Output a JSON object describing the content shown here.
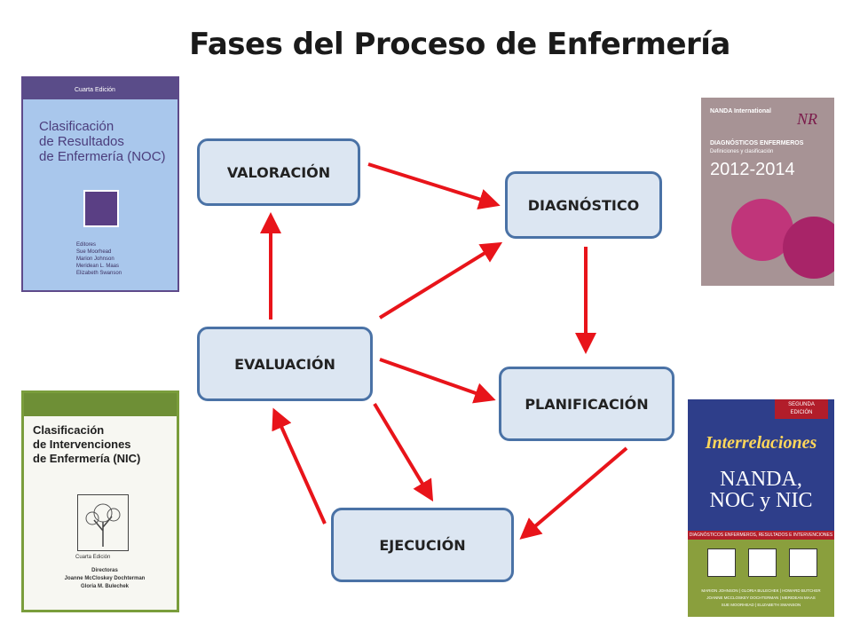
{
  "title": "Fases del Proceso de Enfermería",
  "phases": {
    "valoracion": "VALORACIÓN",
    "diagnostico": "DIAGNÓSTICO",
    "planificacion": "PLANIFICACIÓN",
    "ejecucion": "EJECUCIÓN",
    "evaluacion": "EVALUACIÓN"
  },
  "arrow_color": "#e8141a",
  "books": {
    "noc": {
      "edition": "Cuarta Edición",
      "title_l1": "Clasificación",
      "title_l2": "de Resultados",
      "title_l3": "de Enfermería (NOC)",
      "editors": [
        "Editores",
        "Sue Moorhead",
        "Marion Johnson",
        "Meridean L. Maas",
        "Elizabeth Swanson"
      ]
    },
    "nic": {
      "title_l1": "Clasificación",
      "title_l2": "de Intervenciones",
      "title_l3": "de Enfermería (NIC)",
      "edition": "Cuarta Edición",
      "directors_label": "Directoras",
      "director_1": "Joanne McCloskey Dochterman",
      "director_2": "Gloria M. Bulechek"
    },
    "nanda": {
      "org": "NANDA International",
      "title": "DIAGNÓSTICOS ENFERMEROS",
      "subtitle": "Definiciones y clasificación",
      "years": "2012-2014",
      "logo": "NR"
    },
    "interrelaciones": {
      "edition_l1": "SEGUNDA",
      "edition_l2": "EDICIÓN",
      "title": "Interrelaciones",
      "subtitle_l1": "NANDA,",
      "subtitle_l2": "NOC y NIC",
      "band": "DIAGNÓSTICOS ENFERMEROS, RESULTADOS E INTERVENCIONES",
      "authors_l1": "MARION JOHNSON | GLORIA BULECHEK | HOWARD BUTCHER",
      "authors_l2": "JOANNE MCCLOSKEY DOCHTERMAN | MERIDEAN MAAS",
      "authors_l3": "SUE MOORHEAD | ELIZABETH SWANSON"
    }
  }
}
